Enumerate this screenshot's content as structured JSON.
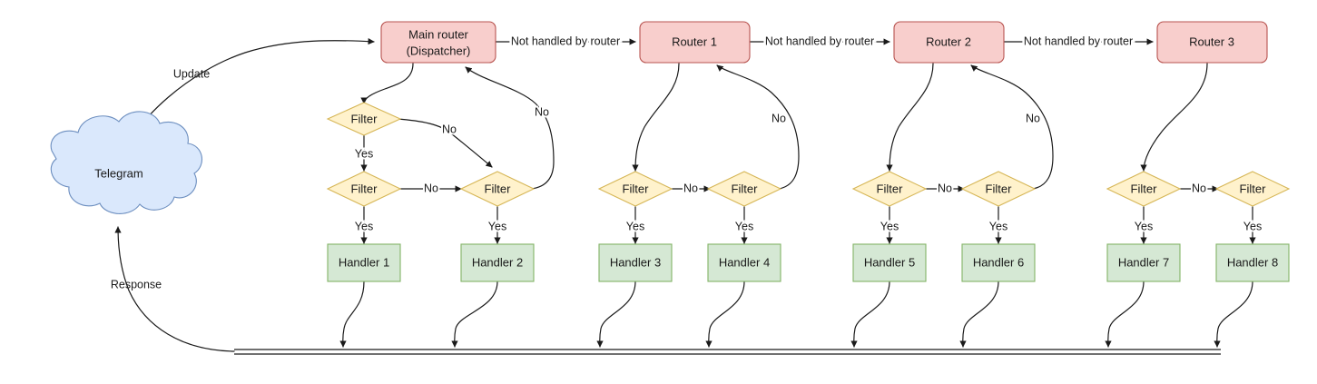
{
  "diagram": {
    "title": "Telegram bot update dispatch flow",
    "colors": {
      "router_fill": "#f8cecc",
      "router_stroke": "#b85450",
      "handler_fill": "#d5e8d4",
      "handler_stroke": "#82b366",
      "filter_fill": "#fff2cc",
      "filter_stroke": "#d6b656",
      "cloud_fill": "#dae8fc",
      "cloud_stroke": "#6c8ebf",
      "edge_stroke": "#1a1a1a"
    },
    "source": {
      "label": "Telegram"
    },
    "routers": [
      {
        "id": "main-router",
        "line1": "Main router",
        "line2": "(Dispatcher)"
      },
      {
        "id": "router-1",
        "line1": "Router 1",
        "line2": ""
      },
      {
        "id": "router-2",
        "line1": "Router 2",
        "line2": ""
      },
      {
        "id": "router-3",
        "line1": "Router 3",
        "line2": ""
      }
    ],
    "filters": [
      {
        "id": "filter-top-1",
        "label": "Filter"
      },
      {
        "id": "filter-1",
        "label": "Filter"
      },
      {
        "id": "filter-2",
        "label": "Filter"
      },
      {
        "id": "filter-3",
        "label": "Filter"
      },
      {
        "id": "filter-4",
        "label": "Filter"
      },
      {
        "id": "filter-5",
        "label": "Filter"
      },
      {
        "id": "filter-6",
        "label": "Filter"
      },
      {
        "id": "filter-7",
        "label": "Filter"
      },
      {
        "id": "filter-8",
        "label": "Filter"
      }
    ],
    "handlers": [
      {
        "id": "handler-1",
        "label": "Handler 1"
      },
      {
        "id": "handler-2",
        "label": "Handler 2"
      },
      {
        "id": "handler-3",
        "label": "Handler 3"
      },
      {
        "id": "handler-4",
        "label": "Handler 4"
      },
      {
        "id": "handler-5",
        "label": "Handler 5"
      },
      {
        "id": "handler-6",
        "label": "Handler 6"
      },
      {
        "id": "handler-7",
        "label": "Handler 7"
      },
      {
        "id": "handler-8",
        "label": "Handler 8"
      }
    ],
    "edge_labels": {
      "update": "Update",
      "response": "Response",
      "not_handled_1": "Not handled by router",
      "not_handled_2": "Not handled by router",
      "not_handled_3": "Not handled by router",
      "yes_1": "Yes",
      "yes_2": "Yes",
      "yes_3": "Yes",
      "yes_4": "Yes",
      "yes_5": "Yes",
      "yes_6": "Yes",
      "yes_7": "Yes",
      "yes_8": "Yes",
      "yes_9": "Yes",
      "no_top_1": "No",
      "no_back_1": "No",
      "no_mid_1": "No",
      "no_back_2": "No",
      "no_mid_2": "No",
      "no_back_3": "No",
      "no_mid_3": "No",
      "no_mid_4": "No"
    }
  }
}
